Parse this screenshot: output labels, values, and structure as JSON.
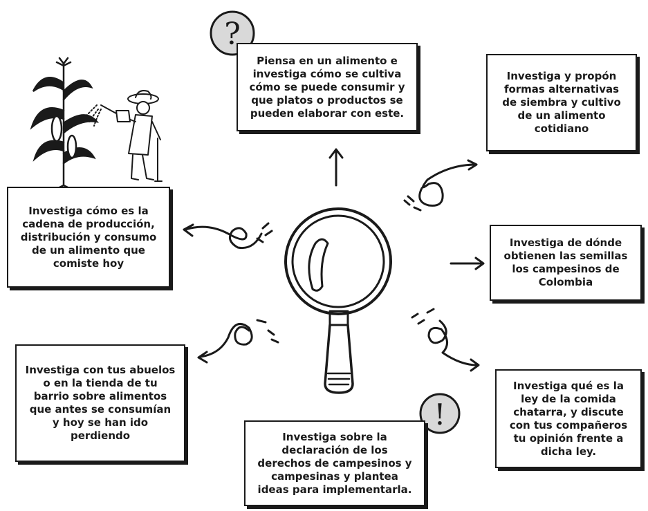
{
  "cards": {
    "top": "Piensa en un alimento e investiga cómo se cultiva cómo se puede consumir y que platos o productos se pueden elaborar con este.",
    "top_right": "Investiga y propón formas alternativas de siembra y cultivo de un alimento cotidiano",
    "right": "Investiga de dónde obtienen las semillas los campesinos de Colombia",
    "bottom_right": "Investiga qué es la ley de la comida chatarra, y discute con tus compañeros tu opinión frente a dicha ley.",
    "bottom": "Investiga sobre la declaración de los derechos de campesinos y campesinas y plantea ideas para implementarla.",
    "bottom_left": "Investiga con tus abuelos o en la tienda de tu barrio sobre alimentos que antes se consumían y hoy se han ido perdiendo",
    "left": "Investiga cómo es la cadena de producción, distribución y consumo de un alimento que comiste hoy"
  },
  "badges": {
    "question": "?",
    "exclamation": "!"
  },
  "colors": {
    "ink": "#1a1a1a",
    "badge_fill": "#d9d9d9"
  },
  "icons": [
    "magnifying-glass-icon",
    "question-mark-icon",
    "exclamation-mark-icon",
    "corn-plant-icon",
    "farmer-watering-icon"
  ]
}
